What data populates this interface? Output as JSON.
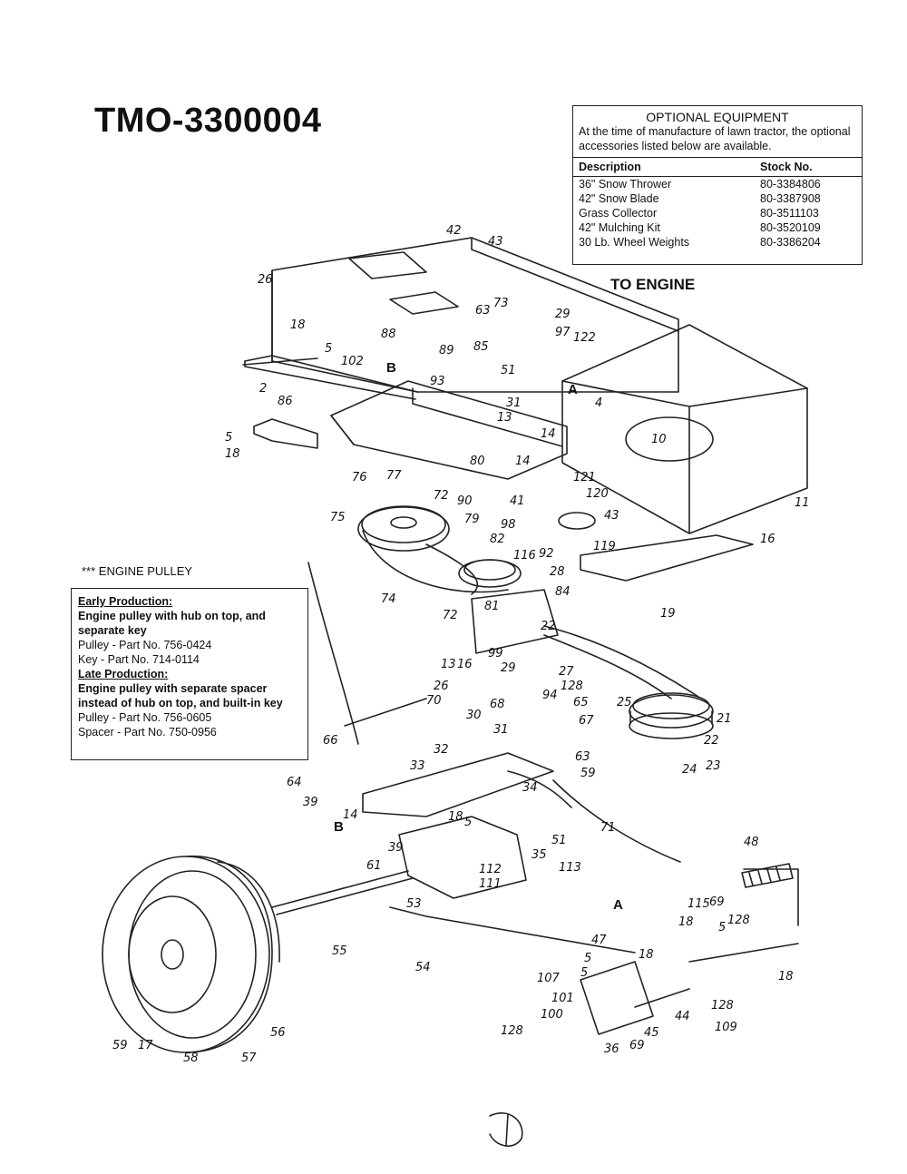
{
  "title": "TMO-3300004",
  "optional_equipment": {
    "heading": "OPTIONAL EQUIPMENT",
    "intro": "At the time of manufacture of lawn tractor, the optional accessories listed below are available.",
    "col_description": "Description",
    "col_stock": "Stock No.",
    "items": [
      {
        "description": "36\" Snow Thrower",
        "stock": "80-3384806"
      },
      {
        "description": "42\" Snow Blade",
        "stock": "80-3387908"
      },
      {
        "description": "Grass Collector",
        "stock": "80-3511103"
      },
      {
        "description": "42\" Mulching Kit",
        "stock": "80-3520109"
      },
      {
        "description": "30 Lb. Wheel Weights",
        "stock": "80-3386204"
      }
    ]
  },
  "to_engine": "TO ENGINE",
  "engine_pulley_label": "*** ENGINE PULLEY",
  "engine_pulley_notes": {
    "early_heading": "Early Production:",
    "early_desc": "Engine pulley with hub on top, and separate key",
    "early_pulley": "Pulley - Part No. 756-0424",
    "early_key": "Key - Part No. 714-0114",
    "late_heading": "Late Production:",
    "late_desc": "Engine pulley with separate spacer instead of hub on top, and built-in key",
    "late_pulley": "Pulley - Part No. 756-0605",
    "late_spacer": "Spacer - Part No. 750-0956"
  },
  "callouts": [
    {
      "t": "42"
    },
    {
      "t": "43"
    },
    {
      "t": "26"
    },
    {
      "t": "18"
    },
    {
      "t": "5"
    },
    {
      "t": "102"
    },
    {
      "t": "B"
    },
    {
      "t": "2"
    },
    {
      "t": "86"
    },
    {
      "t": "5"
    },
    {
      "t": "18"
    },
    {
      "t": "88"
    },
    {
      "t": "89"
    },
    {
      "t": "63"
    },
    {
      "t": "73"
    },
    {
      "t": "85"
    },
    {
      "t": "51"
    },
    {
      "t": "29"
    },
    {
      "t": "97"
    },
    {
      "t": "122"
    },
    {
      "t": "93"
    },
    {
      "t": "31"
    },
    {
      "t": "13"
    },
    {
      "t": "A"
    },
    {
      "t": "14"
    },
    {
      "t": "14"
    },
    {
      "t": "4"
    },
    {
      "t": "10"
    },
    {
      "t": "11"
    },
    {
      "t": "76"
    },
    {
      "t": "77"
    },
    {
      "t": "72"
    },
    {
      "t": "75"
    },
    {
      "t": "79"
    },
    {
      "t": "80"
    },
    {
      "t": "90"
    },
    {
      "t": "98"
    },
    {
      "t": "82"
    },
    {
      "t": "121"
    },
    {
      "t": "120"
    },
    {
      "t": "41"
    },
    {
      "t": "43"
    },
    {
      "t": "16"
    },
    {
      "t": "119"
    },
    {
      "t": "116"
    },
    {
      "t": "92"
    },
    {
      "t": "28"
    },
    {
      "t": "74"
    },
    {
      "t": "72"
    },
    {
      "t": "81"
    },
    {
      "t": "84"
    },
    {
      "t": "19"
    },
    {
      "t": "22"
    },
    {
      "t": "99"
    },
    {
      "t": "13"
    },
    {
      "t": "16"
    },
    {
      "t": "29"
    },
    {
      "t": "27"
    },
    {
      "t": "128"
    },
    {
      "t": "94"
    },
    {
      "t": "25"
    },
    {
      "t": "21"
    },
    {
      "t": "26"
    },
    {
      "t": "70"
    },
    {
      "t": "30"
    },
    {
      "t": "68"
    },
    {
      "t": "65"
    },
    {
      "t": "31"
    },
    {
      "t": "67"
    },
    {
      "t": "66"
    },
    {
      "t": "32"
    },
    {
      "t": "33"
    },
    {
      "t": "22"
    },
    {
      "t": "23"
    },
    {
      "t": "24"
    },
    {
      "t": "63"
    },
    {
      "t": "59"
    },
    {
      "t": "64"
    },
    {
      "t": "39"
    },
    {
      "t": "14"
    },
    {
      "t": "B"
    },
    {
      "t": "34"
    },
    {
      "t": "5"
    },
    {
      "t": "18"
    },
    {
      "t": "71"
    },
    {
      "t": "39"
    },
    {
      "t": "51"
    },
    {
      "t": "35"
    },
    {
      "t": "113"
    },
    {
      "t": "61"
    },
    {
      "t": "112"
    },
    {
      "t": "111"
    },
    {
      "t": "53"
    },
    {
      "t": "48"
    },
    {
      "t": "A"
    },
    {
      "t": "55"
    },
    {
      "t": "54"
    },
    {
      "t": "47"
    },
    {
      "t": "115"
    },
    {
      "t": "69"
    },
    {
      "t": "128"
    },
    {
      "t": "18"
    },
    {
      "t": "5"
    },
    {
      "t": "18"
    },
    {
      "t": "18"
    },
    {
      "t": "5"
    },
    {
      "t": "107"
    },
    {
      "t": "5"
    },
    {
      "t": "101"
    },
    {
      "t": "100"
    },
    {
      "t": "128"
    },
    {
      "t": "36"
    },
    {
      "t": "69"
    },
    {
      "t": "45"
    },
    {
      "t": "44"
    },
    {
      "t": "109"
    },
    {
      "t": "128"
    },
    {
      "t": "59"
    },
    {
      "t": "17"
    },
    {
      "t": "58"
    },
    {
      "t": "57"
    },
    {
      "t": "56"
    }
  ]
}
